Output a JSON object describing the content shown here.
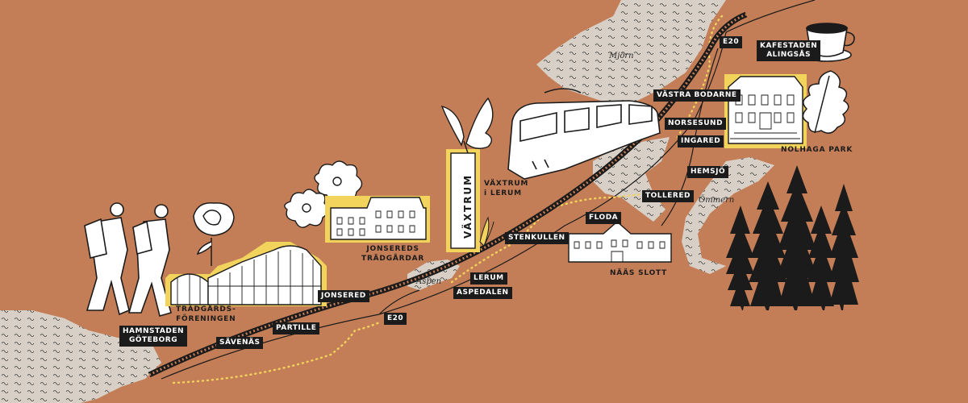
{
  "colors": {
    "background": "#c47e57",
    "water": "#d8d0c6",
    "track": "#1b1b1b",
    "highlight": "#f2d35c",
    "trail": "#f2d35c",
    "label_bg": "#1b1b1b",
    "label_text": "#ffffff"
  },
  "stations": {
    "hamnstaden": "HAMNSTADEN\nGÖTEBORG",
    "savenas": "SÄVENÄS",
    "partille": "PARTILLE",
    "jonsered": "JONSERED",
    "aspedalen": "ASPEDALEN",
    "lerum": "LERUM",
    "stenkullen": "STENKULLEN",
    "floda": "FLODA",
    "tollered": "TOLLERED",
    "hemsjo": "HEMSJÖ",
    "ingared": "INGARED",
    "norsesund": "NORSESUND",
    "vastra_bodarne": "VÄSTRA BODARNE",
    "kafestaden": "KAFESTADEN\nALINGSÅS"
  },
  "roads": {
    "e20_north": "E20",
    "e20_south": "E20"
  },
  "attractions": {
    "tradgardsforeningen": "TRÄDGÅRDS-\nFÖRENINGEN",
    "jonsereds": "JONSEREDS\nTRÄDGÅRDAR",
    "vaxtrum_caption": "VÄXTRUM\ni LERUM",
    "vaxtrum_sign": "VÄXTRUM",
    "naas": "NÄÄS SLOTT",
    "nolhaga": "NOLHAGA PARK"
  },
  "waters": {
    "mjorn": "Mjörn",
    "aspen": "Aspen",
    "ommen": "Ömmern"
  },
  "icons": [
    "hiker-icon",
    "rose-icon",
    "greenhouse-icon",
    "flower-icon",
    "manor-icon",
    "butterfly-icon",
    "sign-icon",
    "train-icon",
    "castle-icon",
    "coffee-cup-icon",
    "oak-leaf-icon",
    "spruce-tree-icon"
  ]
}
